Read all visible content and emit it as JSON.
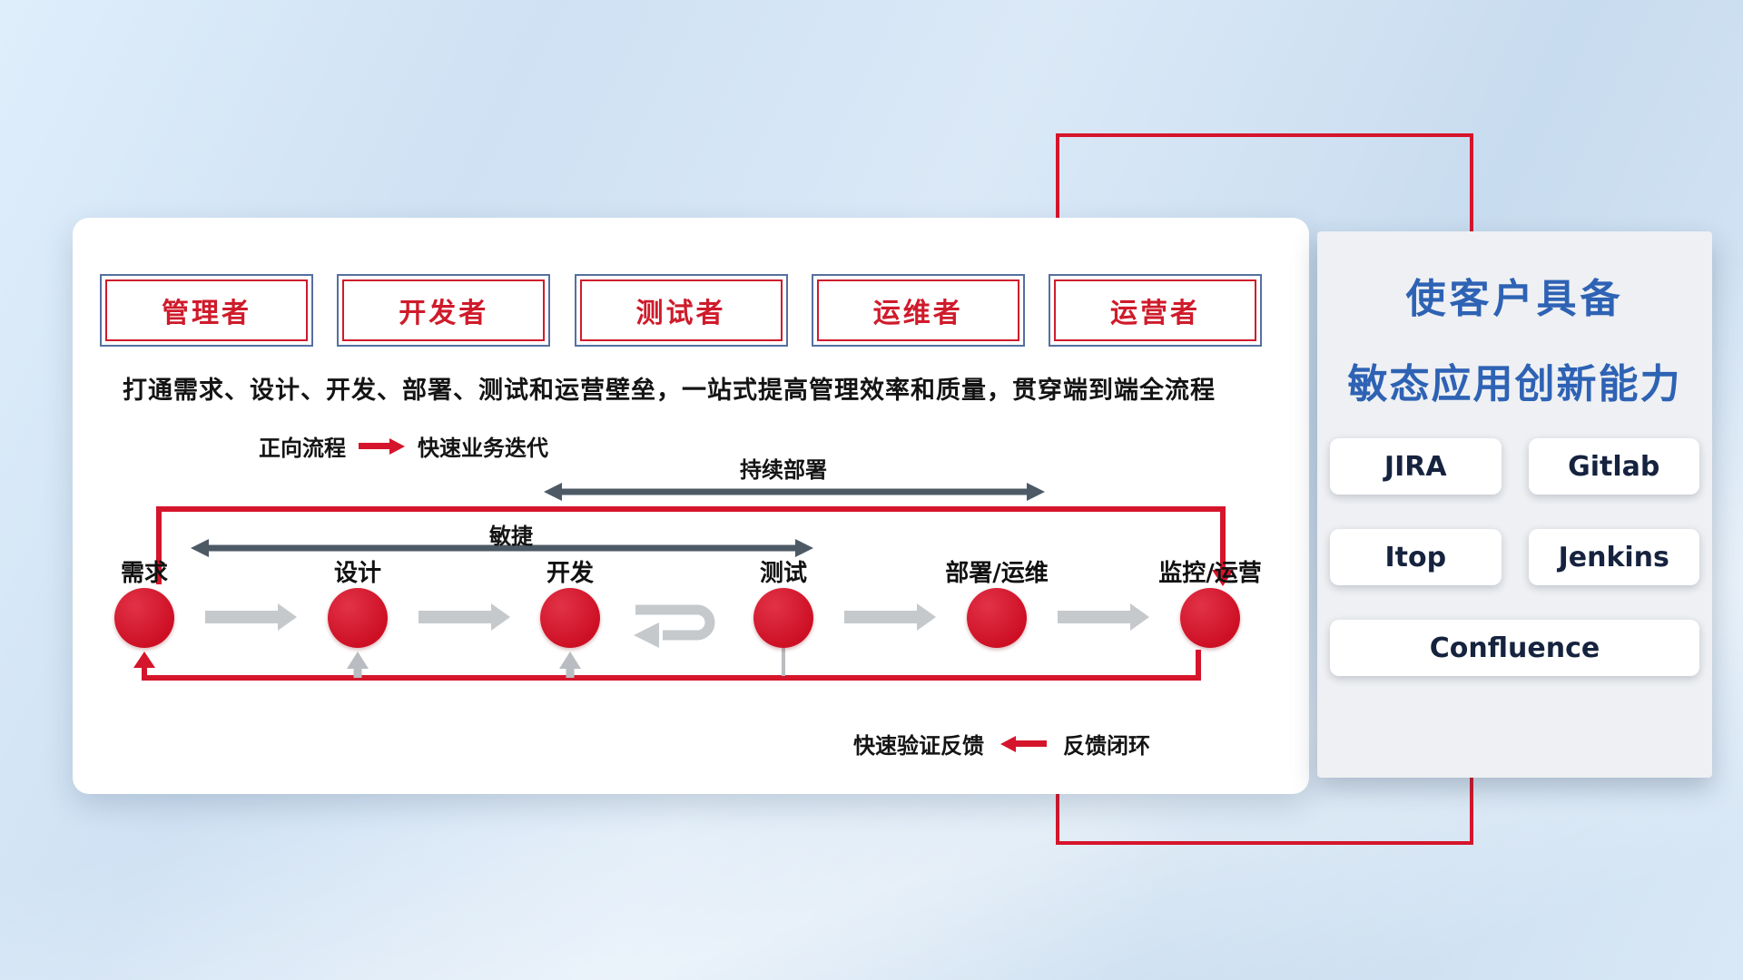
{
  "roles": {
    "items": [
      {
        "label": "管理者"
      },
      {
        "label": "开发者"
      },
      {
        "label": "测试者"
      },
      {
        "label": "运维者"
      },
      {
        "label": "运营者"
      }
    ]
  },
  "headline": "打通需求、设计、开发、部署、测试和运营壁垒，一站式提高管理效率和质量，贯穿端到端全流程",
  "legend": {
    "forward_label": "正向流程",
    "forward_desc": "快速业务迭代",
    "feedback_desc": "快速验证反馈",
    "feedback_label": "反馈闭环"
  },
  "flow": {
    "continuous_deploy_label": "持续部署",
    "agile_label": "敏捷",
    "nodes": [
      {
        "label": "需求"
      },
      {
        "label": "设计"
      },
      {
        "label": "开发"
      },
      {
        "label": "测试"
      },
      {
        "label": "部署/运维"
      },
      {
        "label": "监控/运营"
      }
    ]
  },
  "panel": {
    "title_line1": "使客户具备",
    "title_line2": "敏态应用创新能力",
    "tools": [
      {
        "label": "JIRA"
      },
      {
        "label": "Gitlab"
      },
      {
        "label": "Itop"
      },
      {
        "label": "Jenkins"
      },
      {
        "label": "Confluence"
      }
    ]
  },
  "colors": {
    "accent_red": "#d5152b",
    "title_blue": "#2e62b4",
    "arrow_dark": "#4d5a66",
    "arrow_gray": "#c6c9cc"
  }
}
